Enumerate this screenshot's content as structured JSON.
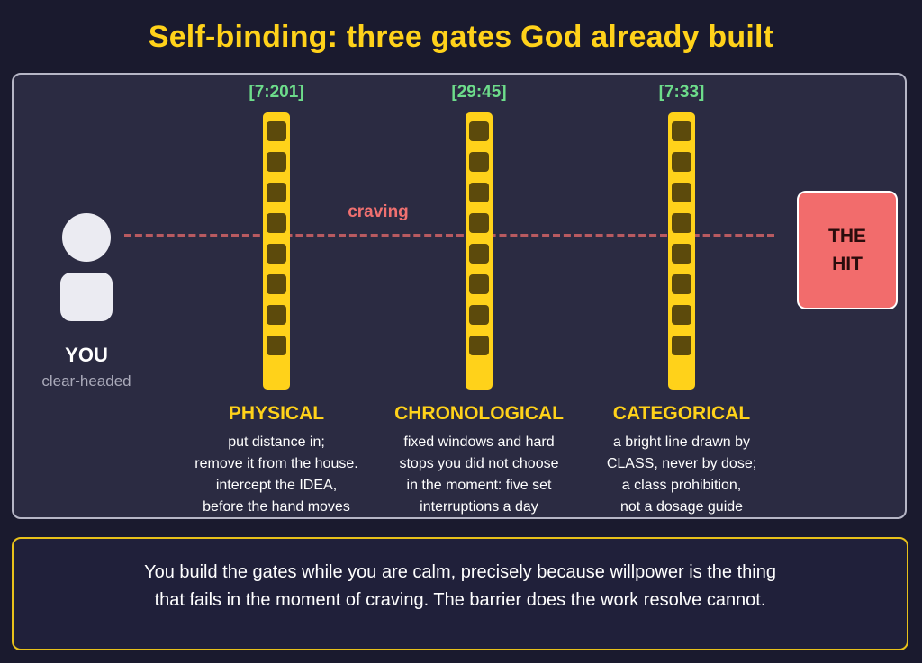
{
  "title": "Self-binding: three gates God already built",
  "you": {
    "label": "YOU",
    "sublabel": "clear-headed"
  },
  "craving": {
    "label": "craving"
  },
  "hit": {
    "line1": "THE",
    "line2": "HIT"
  },
  "gates": [
    {
      "ref": "[7:201]",
      "label": "PHYSICAL",
      "description": [
        "put distance in;",
        "remove it from the house.",
        "intercept the IDEA,",
        "before the hand moves"
      ]
    },
    {
      "ref": "[29:45]",
      "label": "CHRONOLOGICAL",
      "description": [
        "fixed windows and hard",
        "stops you did not choose",
        "in the moment: five set",
        "interruptions a day"
      ]
    },
    {
      "ref": "[7:33]",
      "label": "CATEGORICAL",
      "description": [
        "a bright line drawn by",
        "CLASS, never by dose;",
        "a class prohibition,",
        "not a dosage guide"
      ]
    }
  ],
  "note": {
    "line1": "You build the gates while you are calm, precisely because willpower is the thing",
    "line2": "that fails in the moment of craving. The barrier does the work resolve cannot."
  },
  "colors": {
    "background": "#1a1a2e",
    "panel": "#2b2b42",
    "accent_yellow": "#ffd21a",
    "ref_green": "#6ddc8b",
    "craving_red": "#b85a60",
    "hit_red": "#f26c6c"
  }
}
